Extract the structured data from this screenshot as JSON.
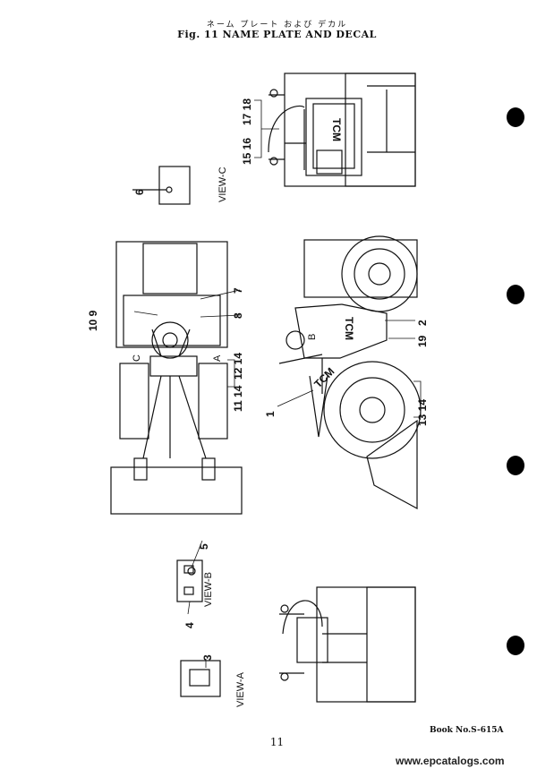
{
  "header": {
    "japanese_title": "ネーム プレート および デカル",
    "figure_title": "Fig. 11 NAME PLATE AND DECAL"
  },
  "views": {
    "view_a": "VIEW-A",
    "view_b": "VIEW-B",
    "view_c": "VIEW-C"
  },
  "arrows": {
    "a": "A",
    "b": "B",
    "c": "C"
  },
  "machine_brand": "TCM",
  "callouts": {
    "c1": "1",
    "c2": "2",
    "c3": "3",
    "c4": "4",
    "c5": "5",
    "c6": "6",
    "c7": "7",
    "c8": "8",
    "c10_9": "10 9",
    "c11_14": "11 14",
    "c12_14": "12 14",
    "c13_14": "13 14",
    "c15_16": "15 16",
    "c17_18": "17 18",
    "c19": "19"
  },
  "footer": {
    "book": "Book No.S-615A",
    "page": "11",
    "watermark": "www.epcatalogs.com"
  }
}
